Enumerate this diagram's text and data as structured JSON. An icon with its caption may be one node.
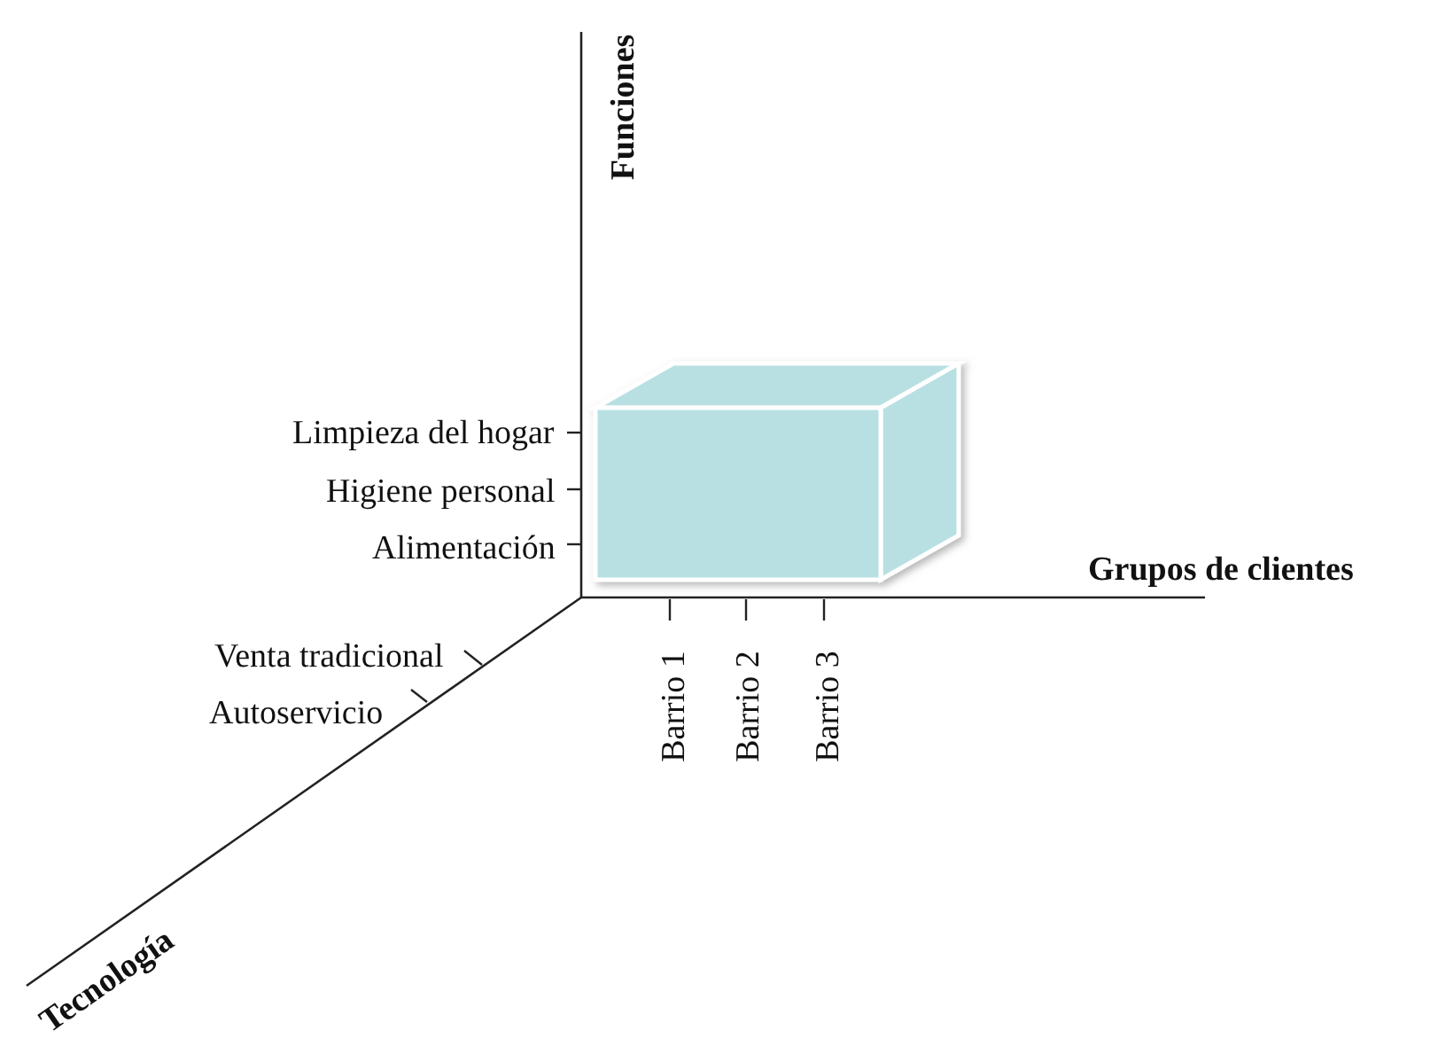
{
  "diagram": {
    "labels": [
      "Funciones",
      "Limpieza del hogar",
      "Higiene personal",
      "Alimentación",
      "Grupos de clientes",
      "Venta tradicional",
      "Autoservicio",
      "Barrio 1",
      "Barrio 2",
      "Barrio 3",
      "Tecnología"
    ]
  }
}
